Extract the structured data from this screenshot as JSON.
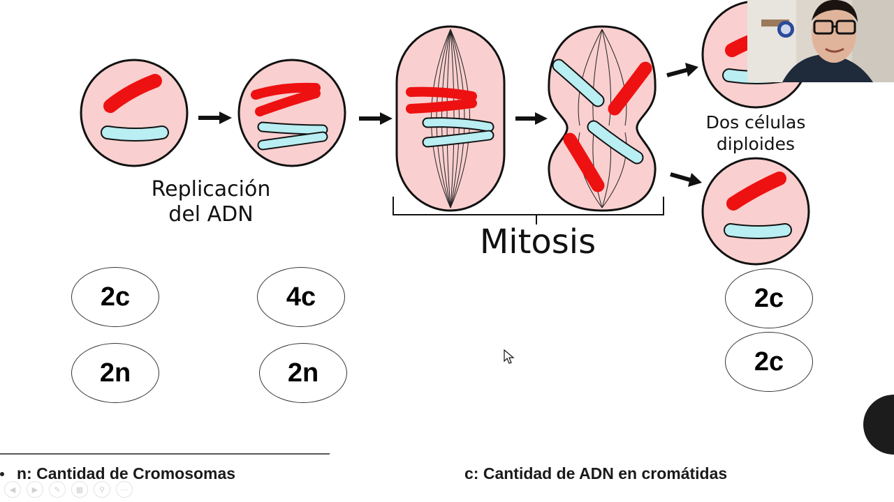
{
  "diagram": {
    "caption_replication_line1": "Replicación",
    "caption_replication_line2": "del ADN",
    "caption_mitosis": "Mitosis",
    "caption_daughters_line1": "Dos células",
    "caption_daughters_line2": "diploides"
  },
  "ovals": {
    "cell1_dna": "2c",
    "cell1_ploidy": "2n",
    "cell2_dna": "4c",
    "cell2_ploidy": "2n",
    "daughter1_dna": "2c",
    "daughter2_dna": "2c"
  },
  "legend": {
    "n_text": "n: Cantidad de Cromosomas",
    "c_text": "c: Cantidad de ADN en cromátidas"
  },
  "colors": {
    "cell_fill": "#f9cfcf",
    "chromosome_red": "#ee1111",
    "chromosome_blue": "#b9eef2",
    "outline": "#111111"
  },
  "icons": {
    "toolbar": [
      "prev-slide-icon",
      "next-slide-icon",
      "pen-icon",
      "slides-grid-icon",
      "zoom-icon",
      "more-icon"
    ]
  }
}
